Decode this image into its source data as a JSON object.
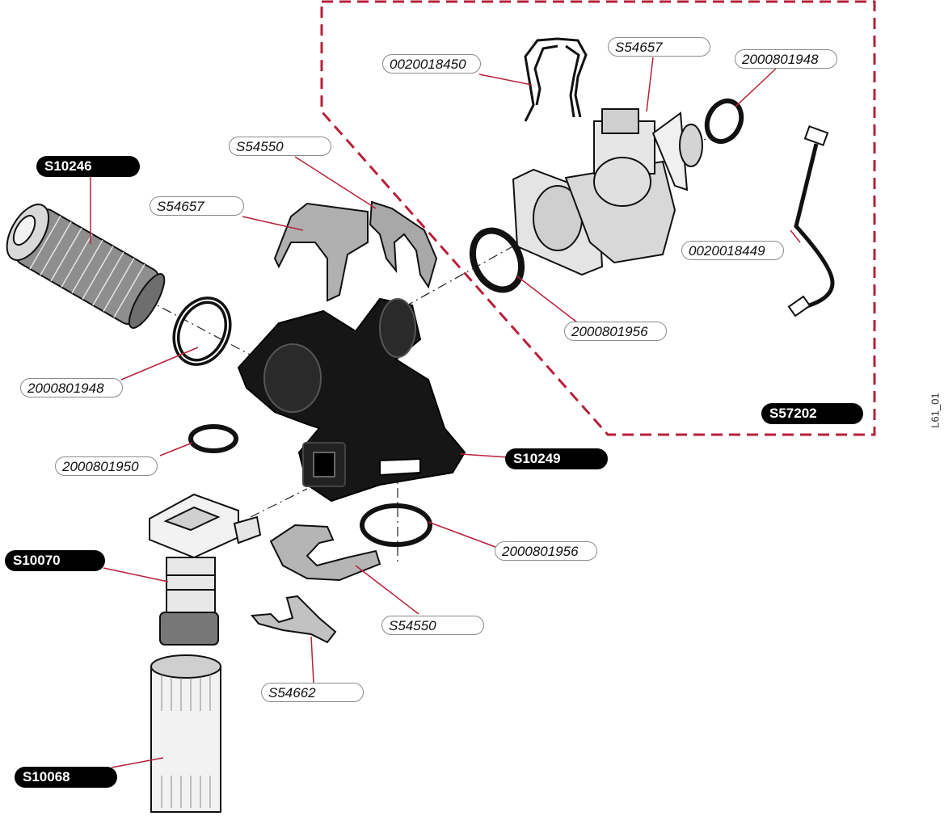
{
  "diagram_id": "L61_01",
  "group": {
    "kit_code": "S57202"
  },
  "parts": {
    "filter_cartridge": {
      "code": "S10246"
    },
    "valve_body": {
      "code": "S10249"
    },
    "adapter_fitting": {
      "code": "S10070"
    },
    "extension_tube": {
      "code": "S10068"
    },
    "oring_filter": {
      "code": "2000801948"
    },
    "oring_small": {
      "code": "2000801950"
    },
    "oring_lower": {
      "code": "2000801956"
    },
    "clip_lower": {
      "code": "S54550"
    },
    "clip_bottom": {
      "code": "S54662"
    },
    "clip_upper_left": {
      "code": "S54657"
    },
    "clip_upper_right": {
      "code": "S54550"
    },
    "spring_clip": {
      "code": "0020018450"
    },
    "solenoid_clip": {
      "code": "S54657"
    },
    "oring_solenoid_out": {
      "code": "2000801948"
    },
    "oring_solenoid_in": {
      "code": "2000801956"
    },
    "wire_harness": {
      "code": "0020018449"
    }
  }
}
